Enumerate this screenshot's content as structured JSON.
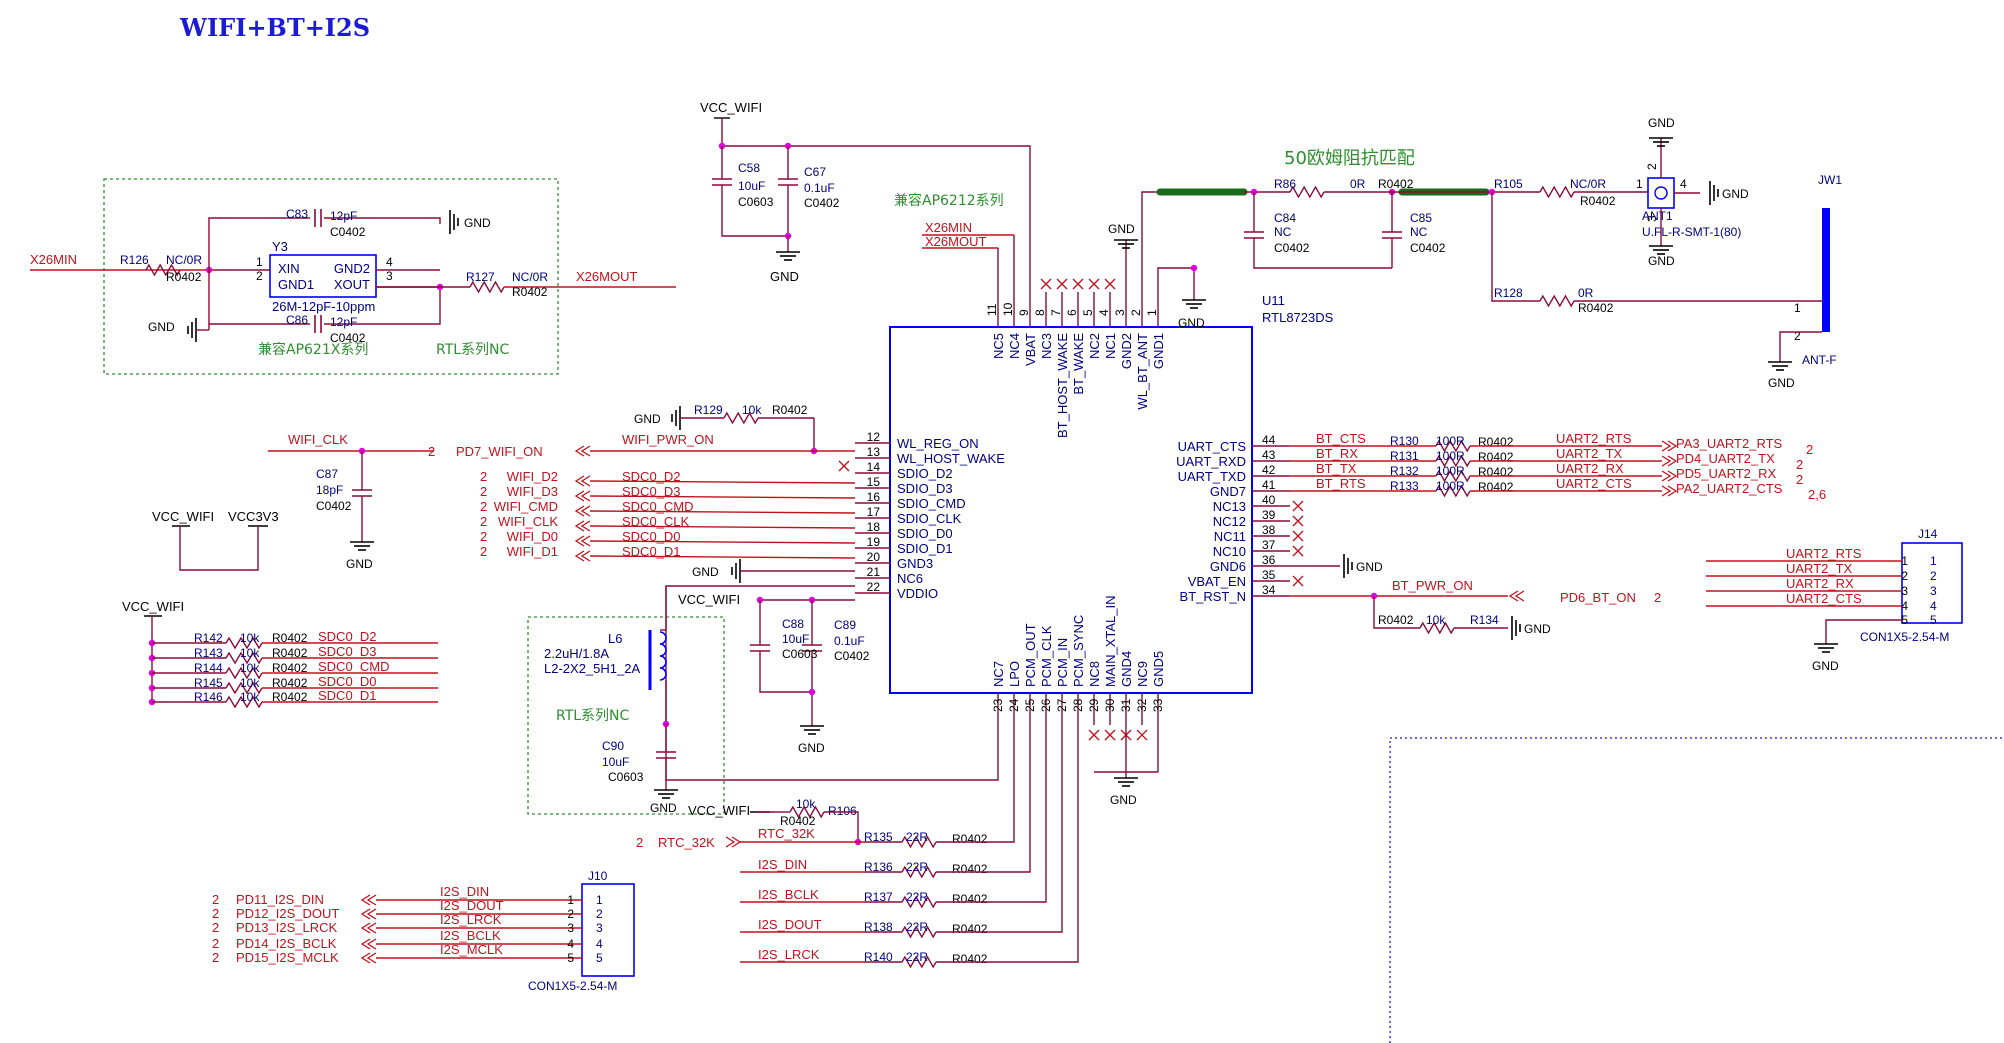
{
  "title": "WIFI+BT+I2S",
  "colors": {
    "net": "#c0121c",
    "wire": "#8b0a3a",
    "text": "#000080",
    "ic": "#0000ff",
    "green": "#2f8f2f",
    "pink": "#e000e0",
    "black": "#000000"
  },
  "chip": {
    "ref": "U11",
    "part": "RTL8723DS",
    "top_pins": [
      {
        "num": "11",
        "name": "NC5"
      },
      {
        "num": "10",
        "name": "NC4"
      },
      {
        "num": "9",
        "name": "VBAT"
      },
      {
        "num": "8",
        "name": "NC3"
      },
      {
        "num": "7",
        "name": "BT_HOST_WAKE"
      },
      {
        "num": "6",
        "name": "BT_WAKE"
      },
      {
        "num": "5",
        "name": "NC2"
      },
      {
        "num": "4",
        "name": "NC1"
      },
      {
        "num": "3",
        "name": "GND2"
      },
      {
        "num": "2",
        "name": "WL_BT_ANT"
      },
      {
        "num": "1",
        "name": "GND1"
      }
    ],
    "left_pins": [
      {
        "num": "12",
        "name": "WL_REG_ON"
      },
      {
        "num": "13",
        "name": "WL_HOST_WAKE"
      },
      {
        "num": "14",
        "name": "SDIO_D2"
      },
      {
        "num": "15",
        "name": "SDIO_D3"
      },
      {
        "num": "16",
        "name": "SDIO_CMD"
      },
      {
        "num": "17",
        "name": "SDIO_CLK"
      },
      {
        "num": "18",
        "name": "SDIO_D0"
      },
      {
        "num": "19",
        "name": "SDIO_D1"
      },
      {
        "num": "20",
        "name": "GND3"
      },
      {
        "num": "21",
        "name": "NC6"
      },
      {
        "num": "22",
        "name": "VDDIO"
      }
    ],
    "right_pins": [
      {
        "num": "44",
        "name": "UART_CTS"
      },
      {
        "num": "43",
        "name": "UART_RXD"
      },
      {
        "num": "42",
        "name": "UART_TXD"
      },
      {
        "num": "41",
        "name": "GND7"
      },
      {
        "num": "40",
        "name": "NC13"
      },
      {
        "num": "39",
        "name": "NC12"
      },
      {
        "num": "38",
        "name": "NC11"
      },
      {
        "num": "37",
        "name": "NC10"
      },
      {
        "num": "36",
        "name": "GND6"
      },
      {
        "num": "35",
        "name": "VBAT_EN"
      },
      {
        "num": "34",
        "name": "BT_RST_N"
      }
    ],
    "bottom_pins": [
      {
        "num": "23",
        "name": "NC7"
      },
      {
        "num": "24",
        "name": "LPO"
      },
      {
        "num": "25",
        "name": "PCM_OUT"
      },
      {
        "num": "26",
        "name": "PCM_CLK"
      },
      {
        "num": "27",
        "name": "PCM_IN"
      },
      {
        "num": "28",
        "name": "PCM_SYNC"
      },
      {
        "num": "29",
        "name": "NC8"
      },
      {
        "num": "30",
        "name": "MAIN_XTAL_IN"
      },
      {
        "num": "31",
        "name": "GND4"
      },
      {
        "num": "32",
        "name": "NC9"
      },
      {
        "num": "33",
        "name": "GND5"
      }
    ]
  },
  "xtal": {
    "ref": "Y3",
    "value": "26M-12pF-10ppm",
    "pins": [
      "XIN",
      "GND1",
      "GND2",
      "XOUT"
    ],
    "pin_nums": [
      "1",
      "2",
      "4",
      "3"
    ],
    "note_left": "兼容AP621X系列",
    "note_right": "RTL系列NC",
    "c83": "C83",
    "c83_val": "12pF",
    "c83_pkg": "C0402",
    "c86": "C86",
    "c86_val": "12pF",
    "c86_pkg": "C0402",
    "r126": "R126",
    "r126_val": "NC/0R",
    "r126_pkg": "R0402",
    "r127": "R127",
    "r127_val": "NC/0R",
    "r127_pkg": "R0402",
    "net_in": "X26MIN",
    "net_out": "X26MOUT"
  },
  "vcc_wifi": "VCC_WIFI",
  "vcc3v3": "VCC3V3",
  "gnd": "GND",
  "decoup": {
    "c58": "C58",
    "c58_val": "10uF",
    "c58_pkg": "C0603",
    "c67": "C67",
    "c67_val": "0.1uF",
    "c67_pkg": "C0402",
    "note": "兼容AP6212系列"
  },
  "chip_top_nets": [
    "X26MIN",
    "X26MOUT"
  ],
  "antenna": {
    "note": "50欧姆阻抗匹配",
    "r86": "R86",
    "r86_val": "0R",
    "r86_pkg": "R0402",
    "c84": "C84",
    "c84_val": "NC",
    "c84_pkg": "C0402",
    "c85": "C85",
    "c85_val": "NC",
    "c85_pkg": "C0402",
    "r105": "R105",
    "r105_val": "NC/0R",
    "r105_pkg": "R0402",
    "r128": "R128",
    "r128_val": "0R",
    "r128_pkg": "R0402",
    "ant1": "ANT1",
    "ant1_part": "U.FL-R-SMT-1(80)",
    "jw1": "JW1",
    "antf": "ANT-F",
    "pin_nums": [
      "1",
      "2",
      "3",
      "4"
    ]
  },
  "left_nets": {
    "r129": "R129",
    "r129_val": "10k",
    "r129_pkg": "R0402",
    "wifi_clk": "WIFI_CLK",
    "pd7": "PD7_WIFI_ON",
    "wifi_pwr_on": "WIFI_PWR_ON",
    "sheet2": "2",
    "c87": "C87",
    "c87_val": "18pF",
    "c87_pkg": "C0402",
    "sdio_nets": [
      {
        "sheet": "2",
        "port": "WIFI_D2",
        "net": "SDC0_D2"
      },
      {
        "sheet": "2",
        "port": "WIFI_D3",
        "net": "SDC0_D3"
      },
      {
        "sheet": "2",
        "port": "WIFI_CMD",
        "net": "SDC0_CMD"
      },
      {
        "sheet": "2",
        "port": "WIFI_CLK",
        "net": "SDC0_CLK"
      },
      {
        "sheet": "2",
        "port": "WIFI_D0",
        "net": "SDC0_D0"
      },
      {
        "sheet": "2",
        "port": "WIFI_D1",
        "net": "SDC0_D1"
      }
    ],
    "pullups": [
      {
        "ref": "R142",
        "val": "10k",
        "pkg": "R0402",
        "net": "SDC0_D2"
      },
      {
        "ref": "R143",
        "val": "10k",
        "pkg": "R0402",
        "net": "SDC0_D3"
      },
      {
        "ref": "R144",
        "val": "10k",
        "pkg": "R0402",
        "net": "SDC0_CMD"
      },
      {
        "ref": "R145",
        "val": "10k",
        "pkg": "R0402",
        "net": "SDC0_D0"
      },
      {
        "ref": "R146",
        "val": "10k",
        "pkg": "R0402",
        "net": "SDC0_D1"
      }
    ]
  },
  "vddio": {
    "l6": "L6",
    "l6_val": "2.2uH/1.8A",
    "l6_part": "L2-2X2_5H1_2A",
    "note": "RTL系列NC",
    "c90": "C90",
    "c90_val": "10uF",
    "c90_pkg": "C0603",
    "c88": "C88",
    "c88_val": "10uF",
    "c88_pkg": "C0603",
    "c89": "C89",
    "c89_val": "0.1uF",
    "c89_pkg": "C0402"
  },
  "uart": [
    {
      "net": "BT_CTS",
      "ref": "R130",
      "val": "100R",
      "pkg": "R0402",
      "out": "UART2_RTS",
      "port": "PA3_UART2_RTS",
      "sheet": "2"
    },
    {
      "net": "BT_RX",
      "ref": "R131",
      "val": "100R",
      "pkg": "R0402",
      "out": "UART2_TX",
      "port": "PD4_UART2_TX",
      "sheet": "2"
    },
    {
      "net": "BT_TX",
      "ref": "R132",
      "val": "100R",
      "pkg": "R0402",
      "out": "UART2_RX",
      "port": "PD5_UART2_RX",
      "sheet": "2"
    },
    {
      "net": "BT_RTS",
      "ref": "R133",
      "val": "100R",
      "pkg": "R0402",
      "out": "UART2_CTS",
      "port": "PA2_UART2_CTS",
      "sheet": "2,6"
    }
  ],
  "bt_pwr": {
    "net": "BT_PWR_ON",
    "port": "PD6_BT_ON",
    "sheet": "2",
    "r134": "R134",
    "r134_val": "10k",
    "r134_pkg": "R0402"
  },
  "j14": {
    "ref": "J14",
    "part": "CON1X5-2.54-M",
    "nets": [
      "UART2_RTS",
      "UART2_TX",
      "UART2_RX",
      "UART2_CTS"
    ],
    "pins": [
      "1",
      "2",
      "3",
      "4",
      "5"
    ]
  },
  "i2s": {
    "r106": "R106",
    "r106_val": "10k",
    "r106_pkg": "R0402",
    "rtc_port": "RTC_32K",
    "rtc_net": "RTC_32K",
    "sheet": "2",
    "rows": [
      {
        "net": "RTC_32K",
        "ref": "R135",
        "val": "22R",
        "pkg": "R0402"
      },
      {
        "net": "I2S_DIN",
        "ref": "R136",
        "val": "22R",
        "pkg": "R0402"
      },
      {
        "net": "I2S_BCLK",
        "ref": "R137",
        "val": "22R",
        "pkg": "R0402"
      },
      {
        "net": "I2S_DOUT",
        "ref": "R138",
        "val": "22R",
        "pkg": "R0402"
      },
      {
        "net": "I2S_LRCK",
        "ref": "R140",
        "val": "22R",
        "pkg": "R0402"
      }
    ],
    "ports": [
      {
        "sheet": "2",
        "port": "PD11_I2S_DIN",
        "net": "I2S_DIN"
      },
      {
        "sheet": "2",
        "port": "PD12_I2S_DOUT",
        "net": "I2S_DOUT"
      },
      {
        "sheet": "2",
        "port": "PD13_I2S_LRCK",
        "net": "I2S_LRCK"
      },
      {
        "sheet": "2",
        "port": "PD14_I2S_BCLK",
        "net": "I2S_BCLK"
      },
      {
        "sheet": "2",
        "port": "PD15_I2S_MCLK",
        "net": "I2S_MCLK"
      }
    ],
    "j10": "J10",
    "j10_part": "CON1X5-2.54-M",
    "pins": [
      "1",
      "2",
      "3",
      "4",
      "5"
    ]
  }
}
